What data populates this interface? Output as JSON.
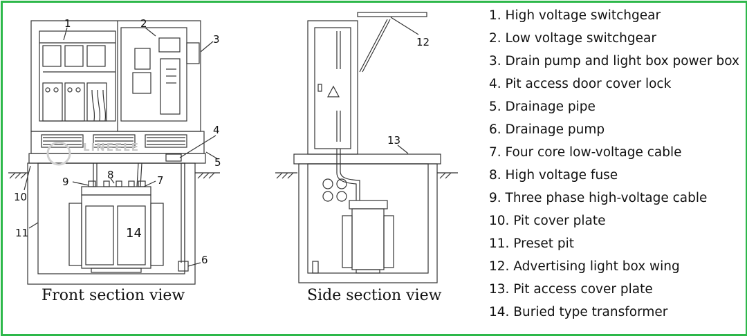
{
  "captions": {
    "front": "Front section view",
    "side": "Side section view"
  },
  "watermark": "LINEELE",
  "callouts": {
    "n1": "1",
    "n2": "2",
    "n3": "3",
    "n4": "4",
    "n5": "5",
    "n6": "6",
    "n7": "7",
    "n8": "8",
    "n9": "9",
    "n10": "10",
    "n11": "11",
    "n12": "12",
    "n13": "13",
    "n14": "14"
  },
  "legend": [
    "1. High voltage switchgear",
    "2. Low voltage switchgear",
    "3. Drain pump and light box power box",
    "4. Pit access door cover lock",
    "5. Drainage pipe",
    "6. Drainage pump",
    "7. Four core low-voltage cable",
    "8. High voltage fuse",
    "9. Three phase high-voltage cable",
    "10. Pit cover plate",
    "11. Preset pit",
    "12. Advertising light box wing",
    "13. Pit access cover plate",
    "14. Buried type transformer"
  ],
  "colors": {
    "frame": "#2db84a",
    "line": "#333333"
  }
}
